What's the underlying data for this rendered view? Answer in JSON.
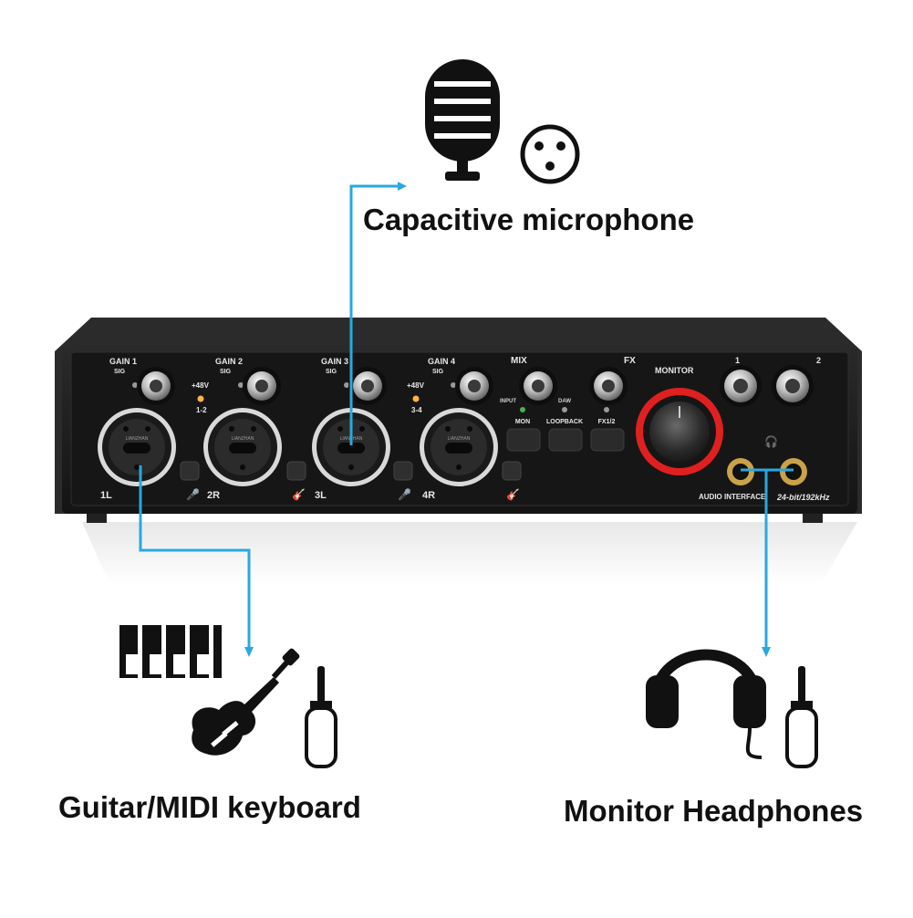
{
  "labels": {
    "microphone": "Capacitive microphone",
    "instrument": "Guitar/MIDI keyboard",
    "headphones": "Monitor Headphones"
  },
  "device": {
    "channels": [
      {
        "gain": "GAIN 1",
        "sig": "SIG",
        "input": "1L"
      },
      {
        "gain": "GAIN 2",
        "sig": "SIG",
        "input": "2R"
      },
      {
        "gain": "GAIN 3",
        "sig": "SIG",
        "input": "3L"
      },
      {
        "gain": "GAIN 4",
        "sig": "SIG",
        "input": "4R"
      }
    ],
    "phantom_12": {
      "label": "+48V",
      "sub": "1-2"
    },
    "phantom_34": {
      "label": "+48V",
      "sub": "3-4"
    },
    "connector_brand": "LIANZHAN",
    "mix": {
      "label": "MIX",
      "left": "INPUT",
      "right": "DAW"
    },
    "fx": "FX",
    "buttons": {
      "mon": "MON",
      "loopback": "LOOPBACK",
      "fx12": "FX1/2"
    },
    "monitor": "MONITOR",
    "headphone_knobs": [
      "1",
      "2"
    ],
    "model_text": "AUDIO INTERFACE",
    "spec_text": "24-bit/192kHz"
  },
  "colors": {
    "connector_line": "#29a8e0",
    "monitor_ring": "#e02020",
    "led": "#ffb347",
    "mon_led": "#4caf50",
    "chassis": "#1b1b1b"
  },
  "icons": [
    "microphone-icon",
    "xlr-connector-icon",
    "piano-keys-icon",
    "electric-guitar-icon",
    "jack-plug-icon",
    "headphones-icon"
  ]
}
